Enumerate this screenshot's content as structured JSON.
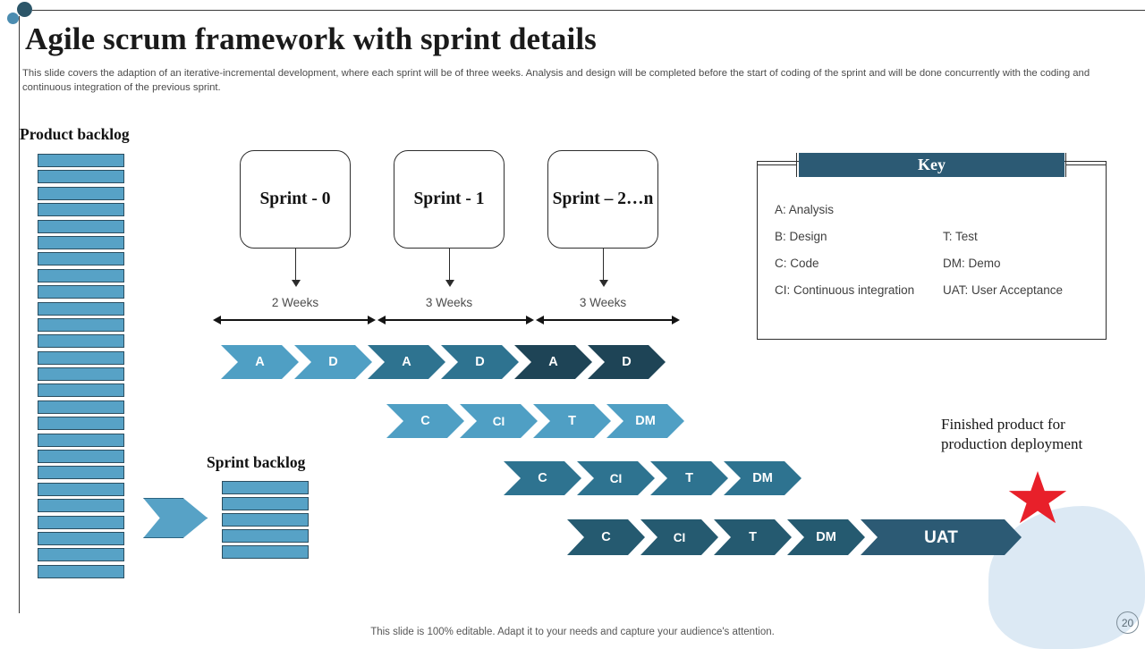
{
  "header": {
    "title": "Agile scrum framework with sprint details",
    "subtitle": "This slide covers the adaption of an iterative-incremental development, where each sprint will be of three weeks. Analysis and design will be completed before the start of coding of the sprint and will be done concurrently with the coding and continuous integration of the previous sprint."
  },
  "product_backlog": {
    "title": "Product backlog",
    "bar_count": 26
  },
  "sprint_backlog": {
    "title": "Sprint backlog",
    "bar_count": 5
  },
  "sprints": [
    {
      "label": "Sprint - 0",
      "duration": "2 Weeks"
    },
    {
      "label": "Sprint - 1",
      "duration": "3 Weeks"
    },
    {
      "label": "Sprint – 2…n",
      "duration": "3 Weeks"
    }
  ],
  "phase_rows": [
    {
      "name": "analysis-design-row",
      "items": [
        {
          "label": "A",
          "color": "#4f9fc4"
        },
        {
          "label": "D",
          "color": "#4f9fc4"
        },
        {
          "label": "A",
          "color": "#2e7390"
        },
        {
          "label": "D",
          "color": "#2e7390"
        },
        {
          "label": "A",
          "color": "#1e4456"
        },
        {
          "label": "D",
          "color": "#1e4456"
        }
      ]
    },
    {
      "name": "sprint-0-delivery-row",
      "items": [
        {
          "label": "C",
          "color": "#4f9fc4"
        },
        {
          "label": "C\nI",
          "color": "#4f9fc4"
        },
        {
          "label": "T",
          "color": "#4f9fc4"
        },
        {
          "label": "DM",
          "color": "#4f9fc4"
        }
      ]
    },
    {
      "name": "sprint-1-delivery-row",
      "items": [
        {
          "label": "C",
          "color": "#2e7390"
        },
        {
          "label": "C\nI",
          "color": "#2e7390"
        },
        {
          "label": "T",
          "color": "#2e7390"
        },
        {
          "label": "DM",
          "color": "#2e7390"
        }
      ]
    },
    {
      "name": "sprint-2n-delivery-row",
      "items": [
        {
          "label": "C",
          "color": "#255a70"
        },
        {
          "label": "C\nI",
          "color": "#255a70"
        },
        {
          "label": "T",
          "color": "#255a70"
        },
        {
          "label": "DM",
          "color": "#255a70"
        },
        {
          "label": "UAT",
          "color": "#2c5a74",
          "wide": true
        }
      ]
    }
  ],
  "key": {
    "title": "Key",
    "entries": [
      "A: Analysis",
      "",
      "B: Design",
      "T:  Test",
      "C: Code",
      "DM: Demo",
      "CI: Continuous integration",
      "UAT:  User Acceptance"
    ]
  },
  "finished_product": {
    "text": "Finished product for production deployment"
  },
  "footer": {
    "note": "This slide is 100% editable. Adapt it to your needs and capture your audience's attention.",
    "page_number": "20"
  },
  "colors": {
    "accent_dark": "#2c5a74",
    "accent_mid": "#2e7390",
    "accent_light": "#4f9fc4",
    "bar_fill": "#57a2c6",
    "star_red": "#e8202a",
    "blob": "#dce9f4"
  }
}
